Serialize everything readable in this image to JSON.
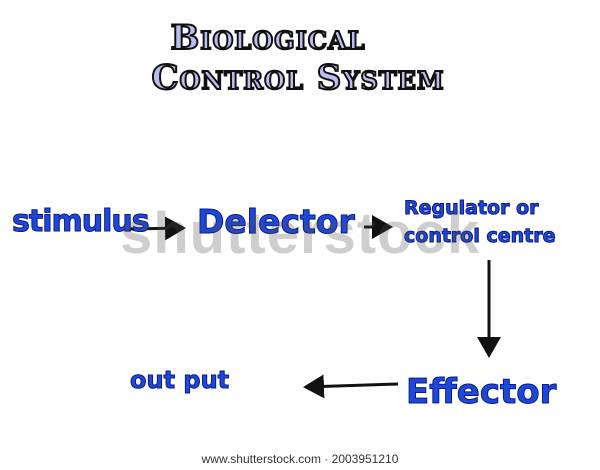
{
  "title": {
    "line1": "Biological",
    "line2": "Control System"
  },
  "nodes": {
    "stimulus": "stimulus",
    "detector": "Delector",
    "regulator_line1": "Regulator or",
    "regulator_line2": "control centre",
    "effector": "Effector",
    "output": "out put"
  },
  "watermark": "shutterstock",
  "caption": "www.shutterstock.com · 2003951210",
  "colors": {
    "title_fill": "#bdbcf2",
    "node_fill": "#1f48d6",
    "arrow": "#111111"
  }
}
